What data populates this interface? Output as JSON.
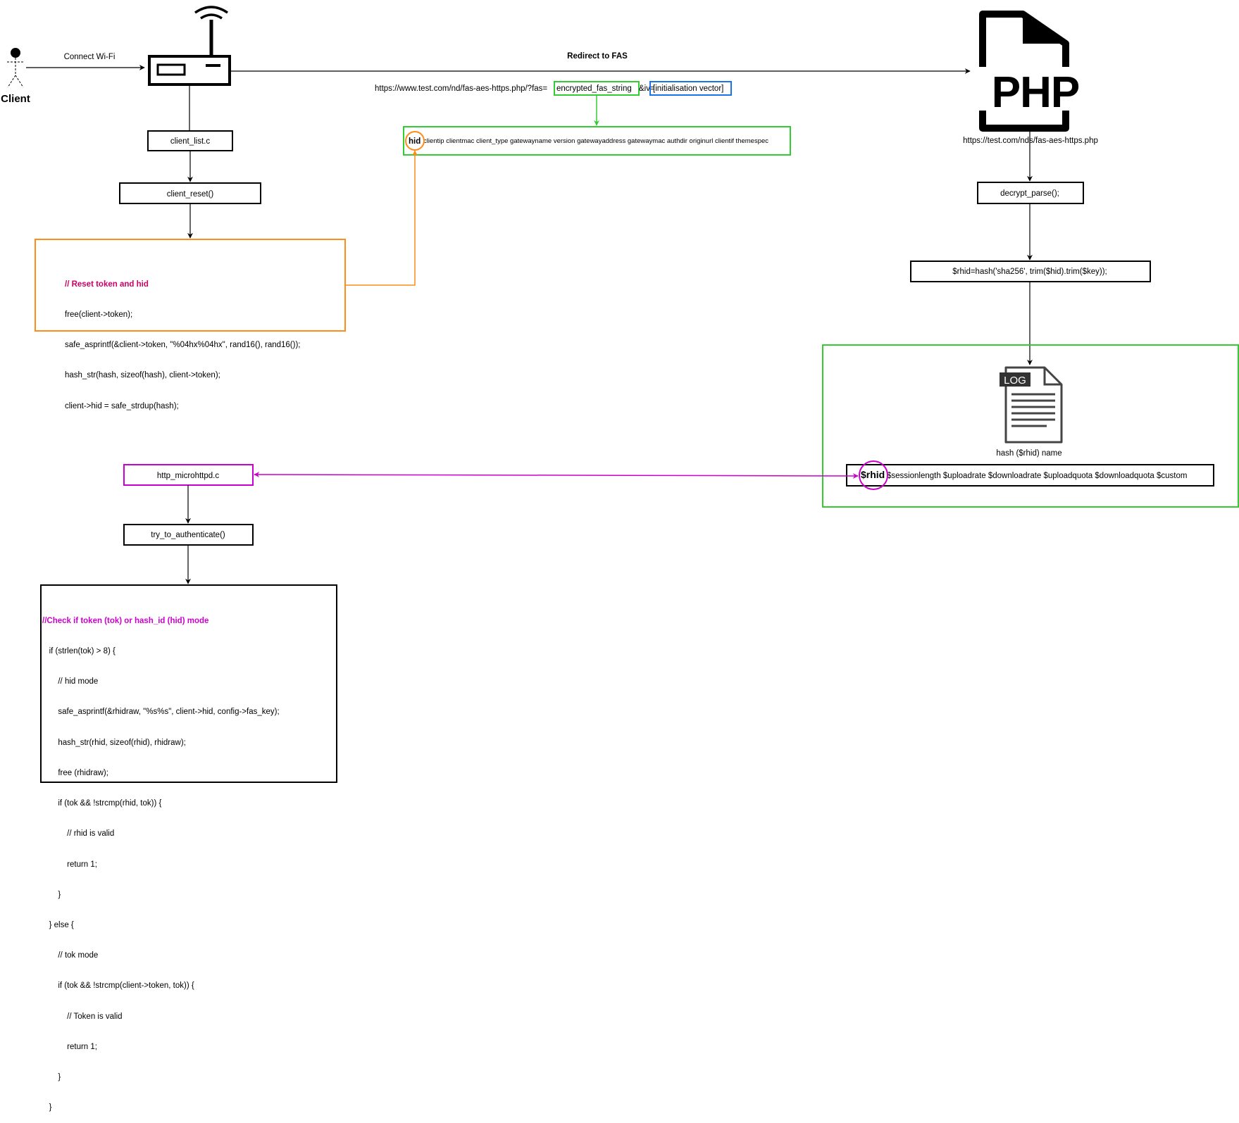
{
  "actor": {
    "label": "Client"
  },
  "edges": {
    "connect_wifi": "Connect Wi-Fi",
    "redirect_fas": "Redirect to FAS"
  },
  "url": {
    "prefix": "https://www.test.com/nd/fas-aes-https.php/?fas=",
    "encrypted": "encrypted_fas_string",
    "mid": "&iv=",
    "iv": "[initialisation vector]"
  },
  "hid_params": {
    "hid": "hid",
    "rest": "clientip clientmac client_type gatewayname version gatewayaddress gatewaymac authdir originurl clientif themespec"
  },
  "left_flow": {
    "client_list": "client_list.c",
    "client_reset": "client_reset()",
    "reset_code": {
      "comment": "// Reset token and hid",
      "lines": [
        "free(client->token);",
        "safe_asprintf(&client->token, \"%04hx%04hx\", rand16(), rand16());",
        "hash_str(hash, sizeof(hash), client->token);",
        "client->hid = safe_strdup(hash);"
      ]
    },
    "http_microhttpd": "http_microhttpd.c",
    "try_to_authenticate": "try_to_authenticate()",
    "auth_code": {
      "comment": "//Check if token (tok) or hash_id (hid) mode",
      "lines": [
        "   if (strlen(tok) > 8) {",
        "       // hid mode",
        "       safe_asprintf(&rhidraw, \"%s%s\", client->hid, config->fas_key);",
        "       hash_str(rhid, sizeof(rhid), rhidraw);",
        "       free (rhidraw);",
        "       if (tok && !strcmp(rhid, tok)) {",
        "           // rhid is valid",
        "           return 1;",
        "       }",
        "   } else {",
        "       // tok mode",
        "       if (tok && !strcmp(client->token, tok)) {",
        "           // Token is valid",
        "           return 1;",
        "       }",
        "   }"
      ]
    }
  },
  "right_flow": {
    "php_icon_text": "PHP",
    "php_url": "https://test.com/nds/fas-aes-https.php",
    "decrypt_parse": "decrypt_parse();",
    "rhid_hash": "$rhid=hash('sha256', trim($hid).trim($key));",
    "log_icon_text": "LOG",
    "log_caption": "hash ($rhid) name",
    "rhid_params": {
      "rhid": "$rhid",
      "rest": "$sessionlength $uploadrate $downloadrate $uploadquota $downloadquota $custom"
    }
  },
  "colors": {
    "green": "#33cc33",
    "blue": "#1a73e8",
    "orange": "#ff8c1a",
    "magenta": "#cc00cc",
    "reset_comment": "#cc0066",
    "auth_comment": "#cc00cc"
  }
}
